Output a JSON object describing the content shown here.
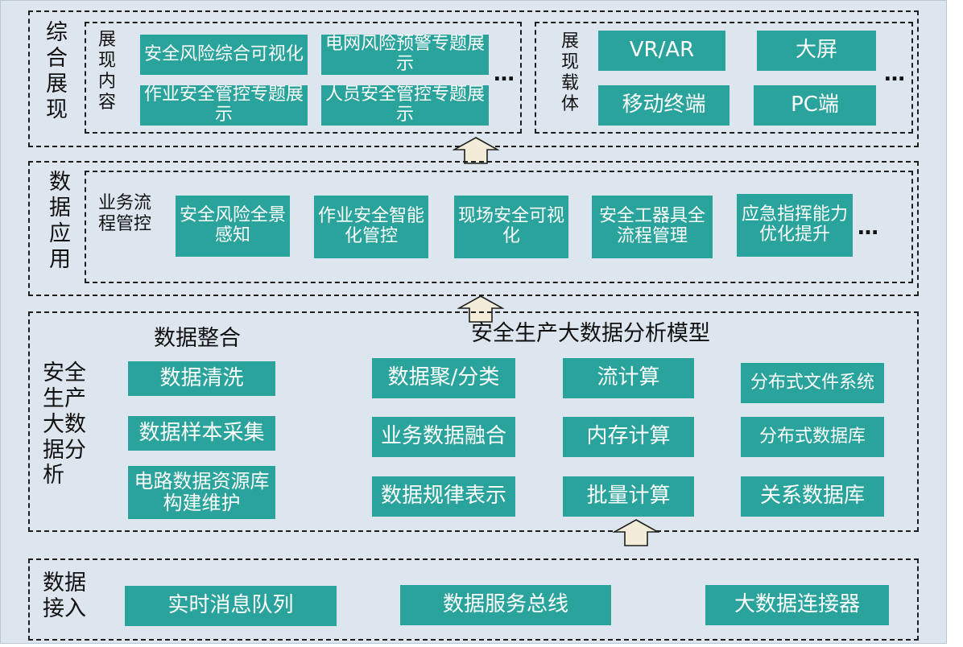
{
  "presentation": {
    "title": "综合展现",
    "content": {
      "label": "展现内容",
      "items": [
        "安全风险综合可视化",
        "电网风险预警专题展示",
        "作业安全管控专题展示",
        "人员安全管控专题展示"
      ],
      "more": "…"
    },
    "carrier": {
      "label": "展现载体",
      "items": [
        "VR/AR",
        "大屏",
        "移动终端",
        "PC端"
      ],
      "more": "…"
    }
  },
  "application": {
    "title": "数据应用",
    "group_label": "业务流程管控",
    "items": [
      "安全风险全景感知",
      "作业安全智能化管控",
      "现场安全可视化",
      "安全工器具全流程管理",
      "应急指挥能力优化提升"
    ],
    "more": "…"
  },
  "analysis": {
    "title": "安全生产大数据分析",
    "integration": {
      "heading": "数据整合",
      "items": [
        "数据清洗",
        "数据样本采集",
        "电路数据资源库构建维护"
      ]
    },
    "model": {
      "heading": "安全生产大数据分析模型",
      "col1": [
        "数据聚/分类",
        "业务数据融合",
        "数据规律表示"
      ],
      "col2": [
        "流计算",
        "内存计算",
        "批量计算"
      ],
      "col3": [
        "分布式文件系统",
        "分布式数据库",
        "关系数据库"
      ]
    }
  },
  "access": {
    "title": "数据接入",
    "items": [
      "实时消息队列",
      "数据服务总线",
      "大数据连接器"
    ]
  },
  "colors": {
    "box_fill": "#2aa39c",
    "background": "#dde6ef",
    "arrow_fill": "#f3ecd8"
  },
  "icons": {
    "connector": "up-arrow-icon"
  }
}
